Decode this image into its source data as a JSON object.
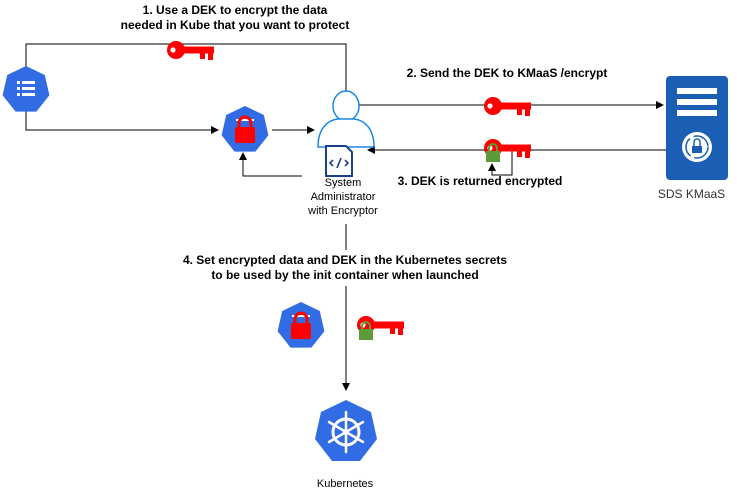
{
  "steps": {
    "step1_line1": "1. Use a DEK to encrypt the data",
    "step1_line2": "needed in Kube that you want to protect",
    "step2": "2. Send the DEK to KMaaS /encrypt",
    "step3": "3. DEK is returned encrypted",
    "step4_line1": "4. Set encrypted data and DEK in the Kubernetes secrets",
    "step4_line2": "to be used by the init container when launched"
  },
  "nodes": {
    "admin_line1": "System",
    "admin_line2": "Administrator",
    "admin_line3": "with Encryptor",
    "kmaas": "SDS KMaaS",
    "kubernetes": "Kubernetes"
  },
  "colors": {
    "key_red": "#ff0000",
    "kube_blue": "#326ce5",
    "server_blue": "#1a5fb4",
    "lock_green": "#5d9b3a",
    "user_outline": "#1e88e5"
  },
  "icons": {
    "data": "secret-list-icon",
    "encrypted_data": "locked-secret-icon",
    "key": "key-icon",
    "encrypted_key": "locked-key-icon",
    "admin": "user-icon",
    "encryptor": "code-file-icon",
    "kmaas": "server-icon",
    "kubernetes": "helm-wheel-icon"
  }
}
